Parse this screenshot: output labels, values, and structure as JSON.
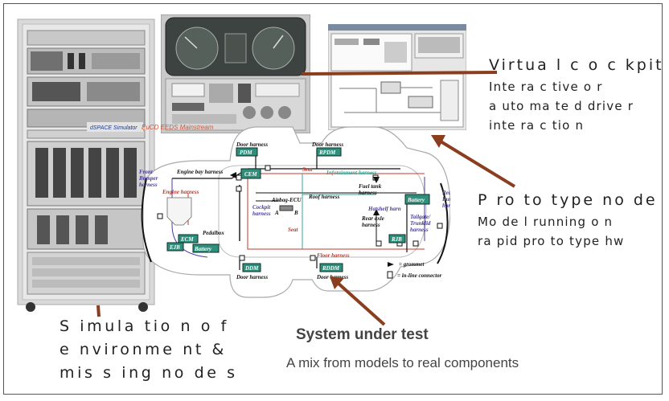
{
  "callouts": {
    "virtual_cockpit": {
      "title": "Virtua l c o c kpit",
      "lines": [
        "Inte ra c tive o r",
        "a uto ma te d drive r",
        "inte ra c tio n"
      ]
    },
    "prototype_node": {
      "title": "P ro to type  no de",
      "lines": [
        "Mo de l running o n",
        "ra pid pro to type  hw"
      ]
    },
    "simulation": {
      "lines": [
        "S imula tio n o f",
        "e nvironme nt &",
        "mis s ing no de s"
      ]
    },
    "system_under_test": {
      "title": "System under test",
      "subtitle": "A mix from models to real components"
    }
  },
  "diagram": {
    "rack_brand": "dSPACE Simulator",
    "heading": "EuCD EEDS Mainstream",
    "harness_labels": {
      "door_top_left": "Door harness",
      "door_top_right": "Door harness",
      "door_bottom_left": "Door harness",
      "door_bottom_right": "Door harness",
      "engine_bay": "Engine bay harness",
      "front_bumper": "Front Bumper harness",
      "engine": "Engine harness",
      "infotainment": "Infotainment harness",
      "roof": "Roof harness",
      "fuel_tank": "Fuel tank harness",
      "hatshelf": "Hatshelf harn",
      "rear_axle": "Rear axle harness",
      "rear_bumper": "Rear Bumper harness",
      "tailgate": "Tailgate/ Trunklid harness",
      "cockpit": "Cockpit harness",
      "floor": "Floor harness",
      "seat_top": "Seat",
      "seat_bottom": "Seat",
      "pedalbox": "Pedalbox",
      "airbag": "Airbag-ECU",
      "airbag_a": "A",
      "airbag_b": "B"
    },
    "ecus": {
      "pdm": "PDM",
      "rpdm": "RPDM",
      "cem": "CEM",
      "ecm": "ECM",
      "ejb": "EJB",
      "battery_front": "Battery",
      "battery_rear": "Battery",
      "rjb": "RJB",
      "ddm": "DDM",
      "rddm": "RDDM"
    },
    "legend": {
      "grommet": "= grommet",
      "connector": "= in-line connector"
    }
  }
}
